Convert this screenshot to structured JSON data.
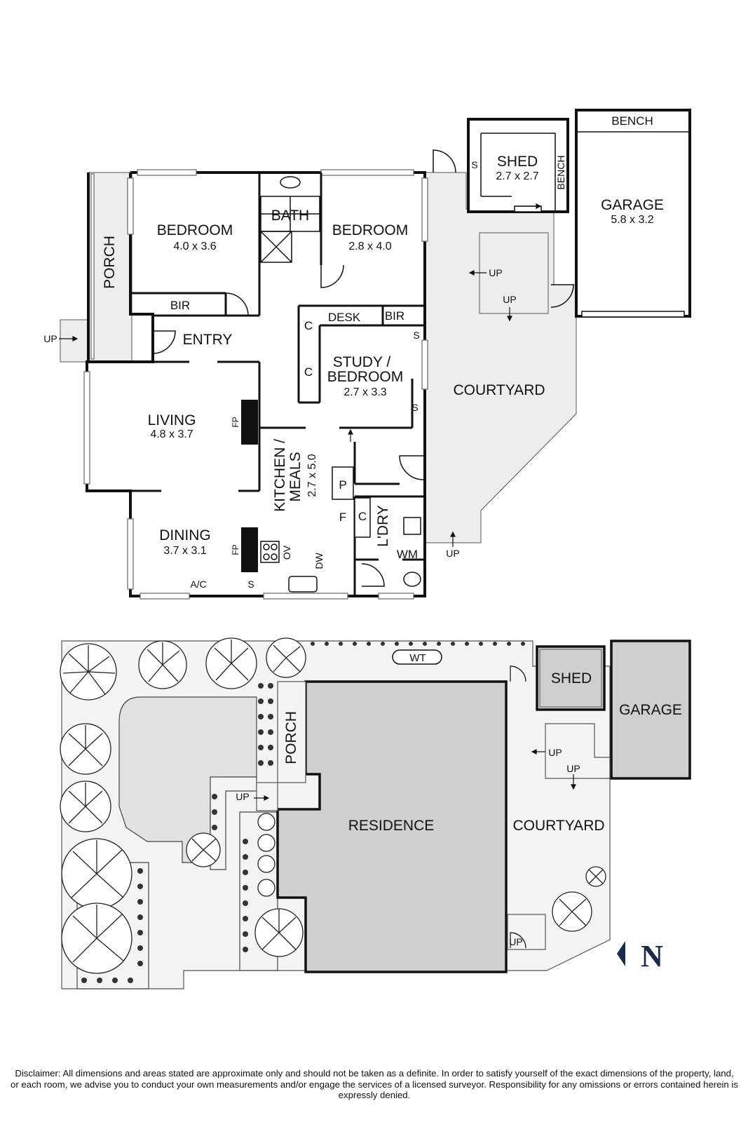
{
  "floorplan": {
    "rooms": {
      "bedroom1": {
        "name": "BEDROOM",
        "dim": "4.0 x 3.6"
      },
      "bedroom2": {
        "name": "BEDROOM",
        "dim": "2.8 x 4.0"
      },
      "bath": {
        "name": "BATH"
      },
      "porch": {
        "name": "PORCH"
      },
      "bir1": {
        "name": "BIR"
      },
      "bir2": {
        "name": "BIR"
      },
      "entry": {
        "name": "ENTRY"
      },
      "desk": {
        "name": "DESK"
      },
      "study": {
        "name1": "STUDY /",
        "name2": "BEDROOM",
        "dim": "2.7 x 3.3"
      },
      "living": {
        "name": "LIVING",
        "dim": "4.8 x 3.7"
      },
      "dining": {
        "name": "DINING",
        "dim": "3.7 x 3.1"
      },
      "kitchen": {
        "name1": "KITCHEN /",
        "name2": "MEALS",
        "dim": "2.7 x 5.0"
      },
      "laundry": {
        "name": "L'DRY"
      },
      "courtyard": {
        "name": "COURTYARD"
      },
      "shed": {
        "name": "SHED",
        "dim": "2.7 x 2.7"
      },
      "garage": {
        "name": "GARAGE",
        "dim": "5.8 x 3.2"
      }
    },
    "fixtures": {
      "bench_garage": "BENCH",
      "bench_shed": "BENCH",
      "shelf": "S",
      "cupboard": "C",
      "fireplace": "FP",
      "oven": "OV",
      "dishwasher": "DW",
      "pantry": "P",
      "fridge": "F",
      "washing_machine": "WM",
      "air_con": "A/C",
      "up": "UP"
    }
  },
  "siteplan": {
    "water_tank": "WT",
    "shed": "SHED",
    "garage": "GARAGE",
    "porch": "PORCH",
    "residence": "RESIDENCE",
    "courtyard": "COURTYARD",
    "up": "UP",
    "north": "N"
  },
  "colors": {
    "wall": "#111111",
    "outdoor": "#ededed",
    "site_residence": "#cfcfcf",
    "site_lawn": "#e2e2e2",
    "window": "#666666"
  },
  "disclaimer": "Disclaimer: All dimensions and areas stated are approximate only and should not be taken as a definite. In order to satisfy yourself of the exact dimensions of the property, land, or each room, we advise you to conduct your own measurements and/or engage the services of a licensed surveyor. Responsibility for any omissions or errors contained herein is expressly denied."
}
